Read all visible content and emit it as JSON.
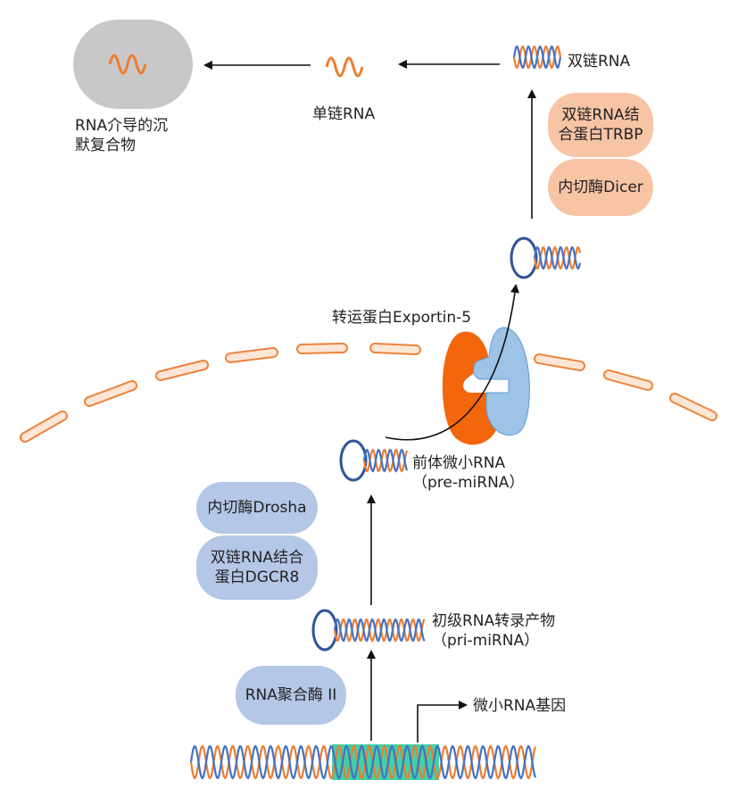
{
  "labels": {
    "risc": [
      "RNA介导的沉",
      "默复合物"
    ],
    "single_strand": "单链RNA",
    "double_strand": "双链RNA",
    "trbp": [
      "双链RNA结",
      "合蛋白TRBP"
    ],
    "dicer": "内切酶Dicer",
    "exportin": "转运蛋白Exportin-5",
    "pre_mirna": [
      "前体微小RNA",
      "（pre-miRNA）"
    ],
    "drosha": "内切酶Drosha",
    "dgcr8": [
      "双链RNA结合",
      "蛋白DGCR8"
    ],
    "pri_mirna": [
      "初级RNA转录产物",
      "（pri-miRNA）"
    ],
    "pol2": "RNA聚合酶 II",
    "gene": "微小RNA基因"
  },
  "colors": {
    "orange": "#ed7d31",
    "blue": "#4472c4",
    "dark_blue": "#2f5597",
    "peach": "#f7c4a5",
    "light_blue": "#b4c7e7",
    "grey": "#c8c8c8",
    "exportin_orange": "#f4660c",
    "exportin_blue": "#9dc3e6",
    "gene_highlight": "#20c997"
  }
}
